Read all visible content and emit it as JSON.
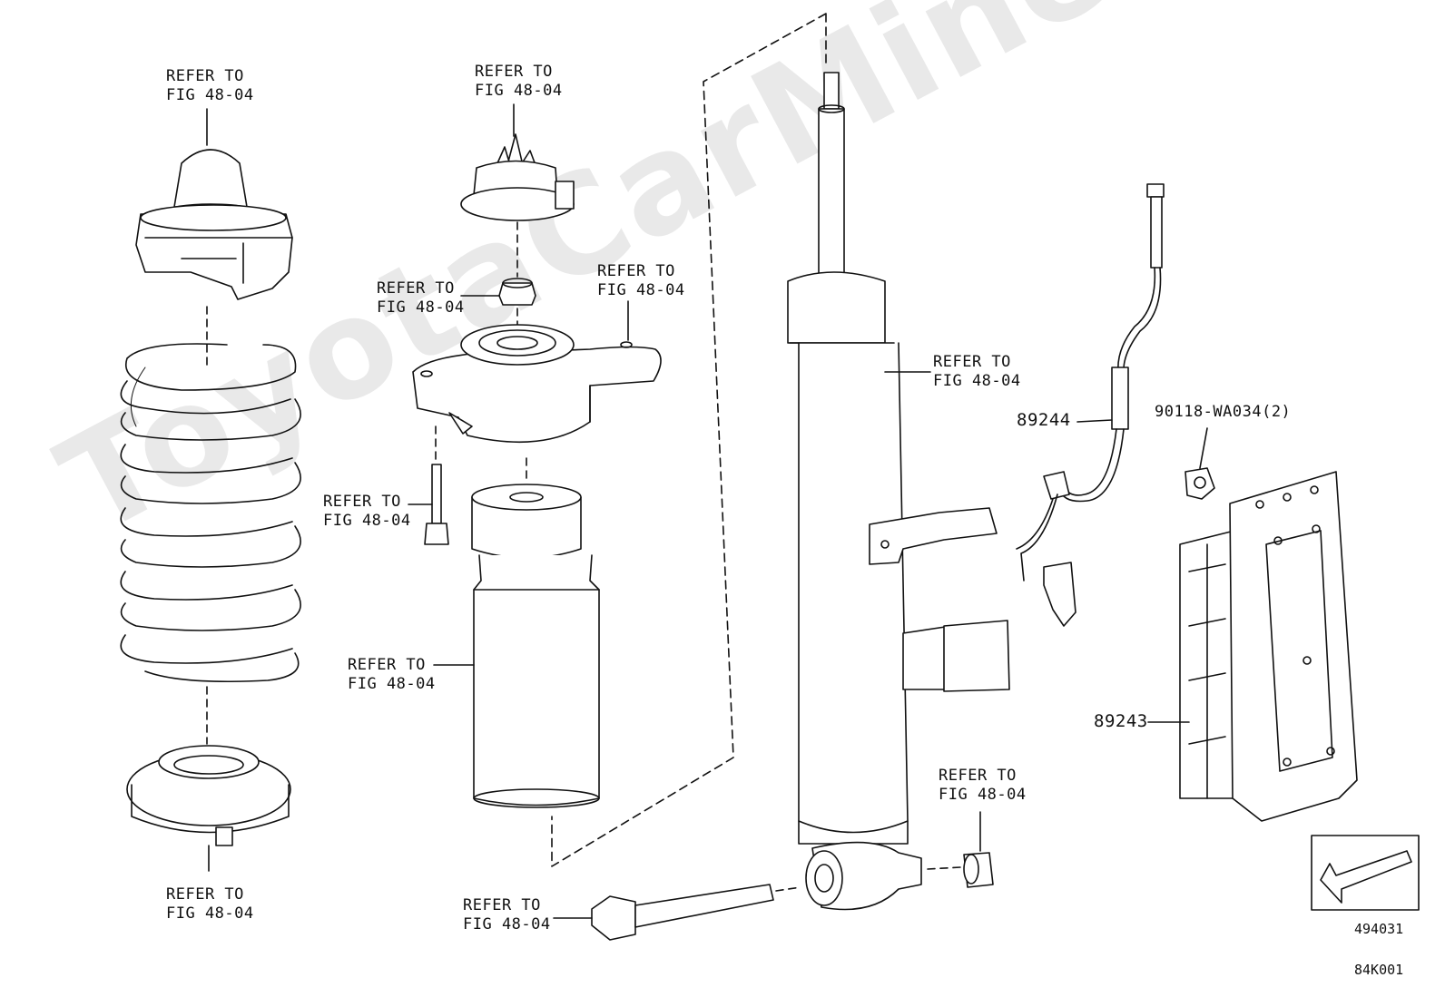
{
  "watermark": "ToyotaCarMine.ru",
  "refer": {
    "line1": "REFER TO",
    "line2": "FIG 48-04"
  },
  "parts": {
    "wheel_speed_sensor": "89244",
    "bolt": "90118-WA034(2)",
    "control_module": "89243"
  },
  "codes": {
    "illustration": "494031",
    "page": "84K001"
  }
}
